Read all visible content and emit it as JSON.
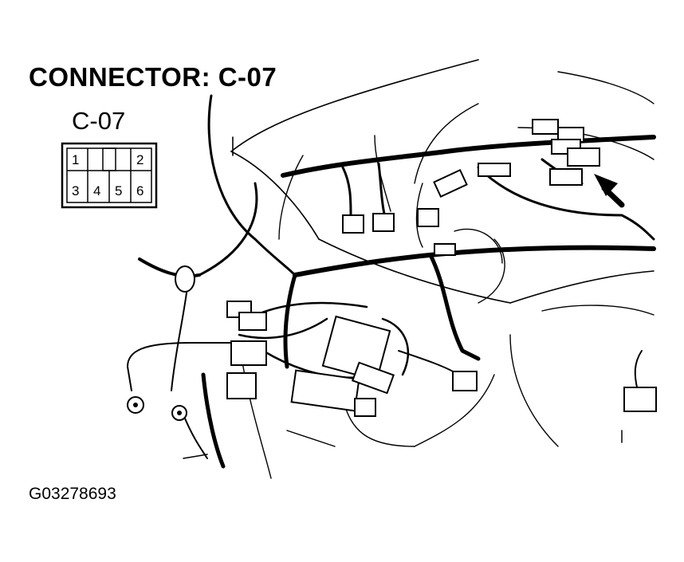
{
  "title": "CONNECTOR: C-07",
  "connector": {
    "name": "C-07",
    "pins": [
      "1",
      "2",
      "3",
      "4",
      "5",
      "6"
    ]
  },
  "figure_id": "G03278693",
  "colors": {
    "ink": "#000000",
    "background": "#ffffff"
  }
}
